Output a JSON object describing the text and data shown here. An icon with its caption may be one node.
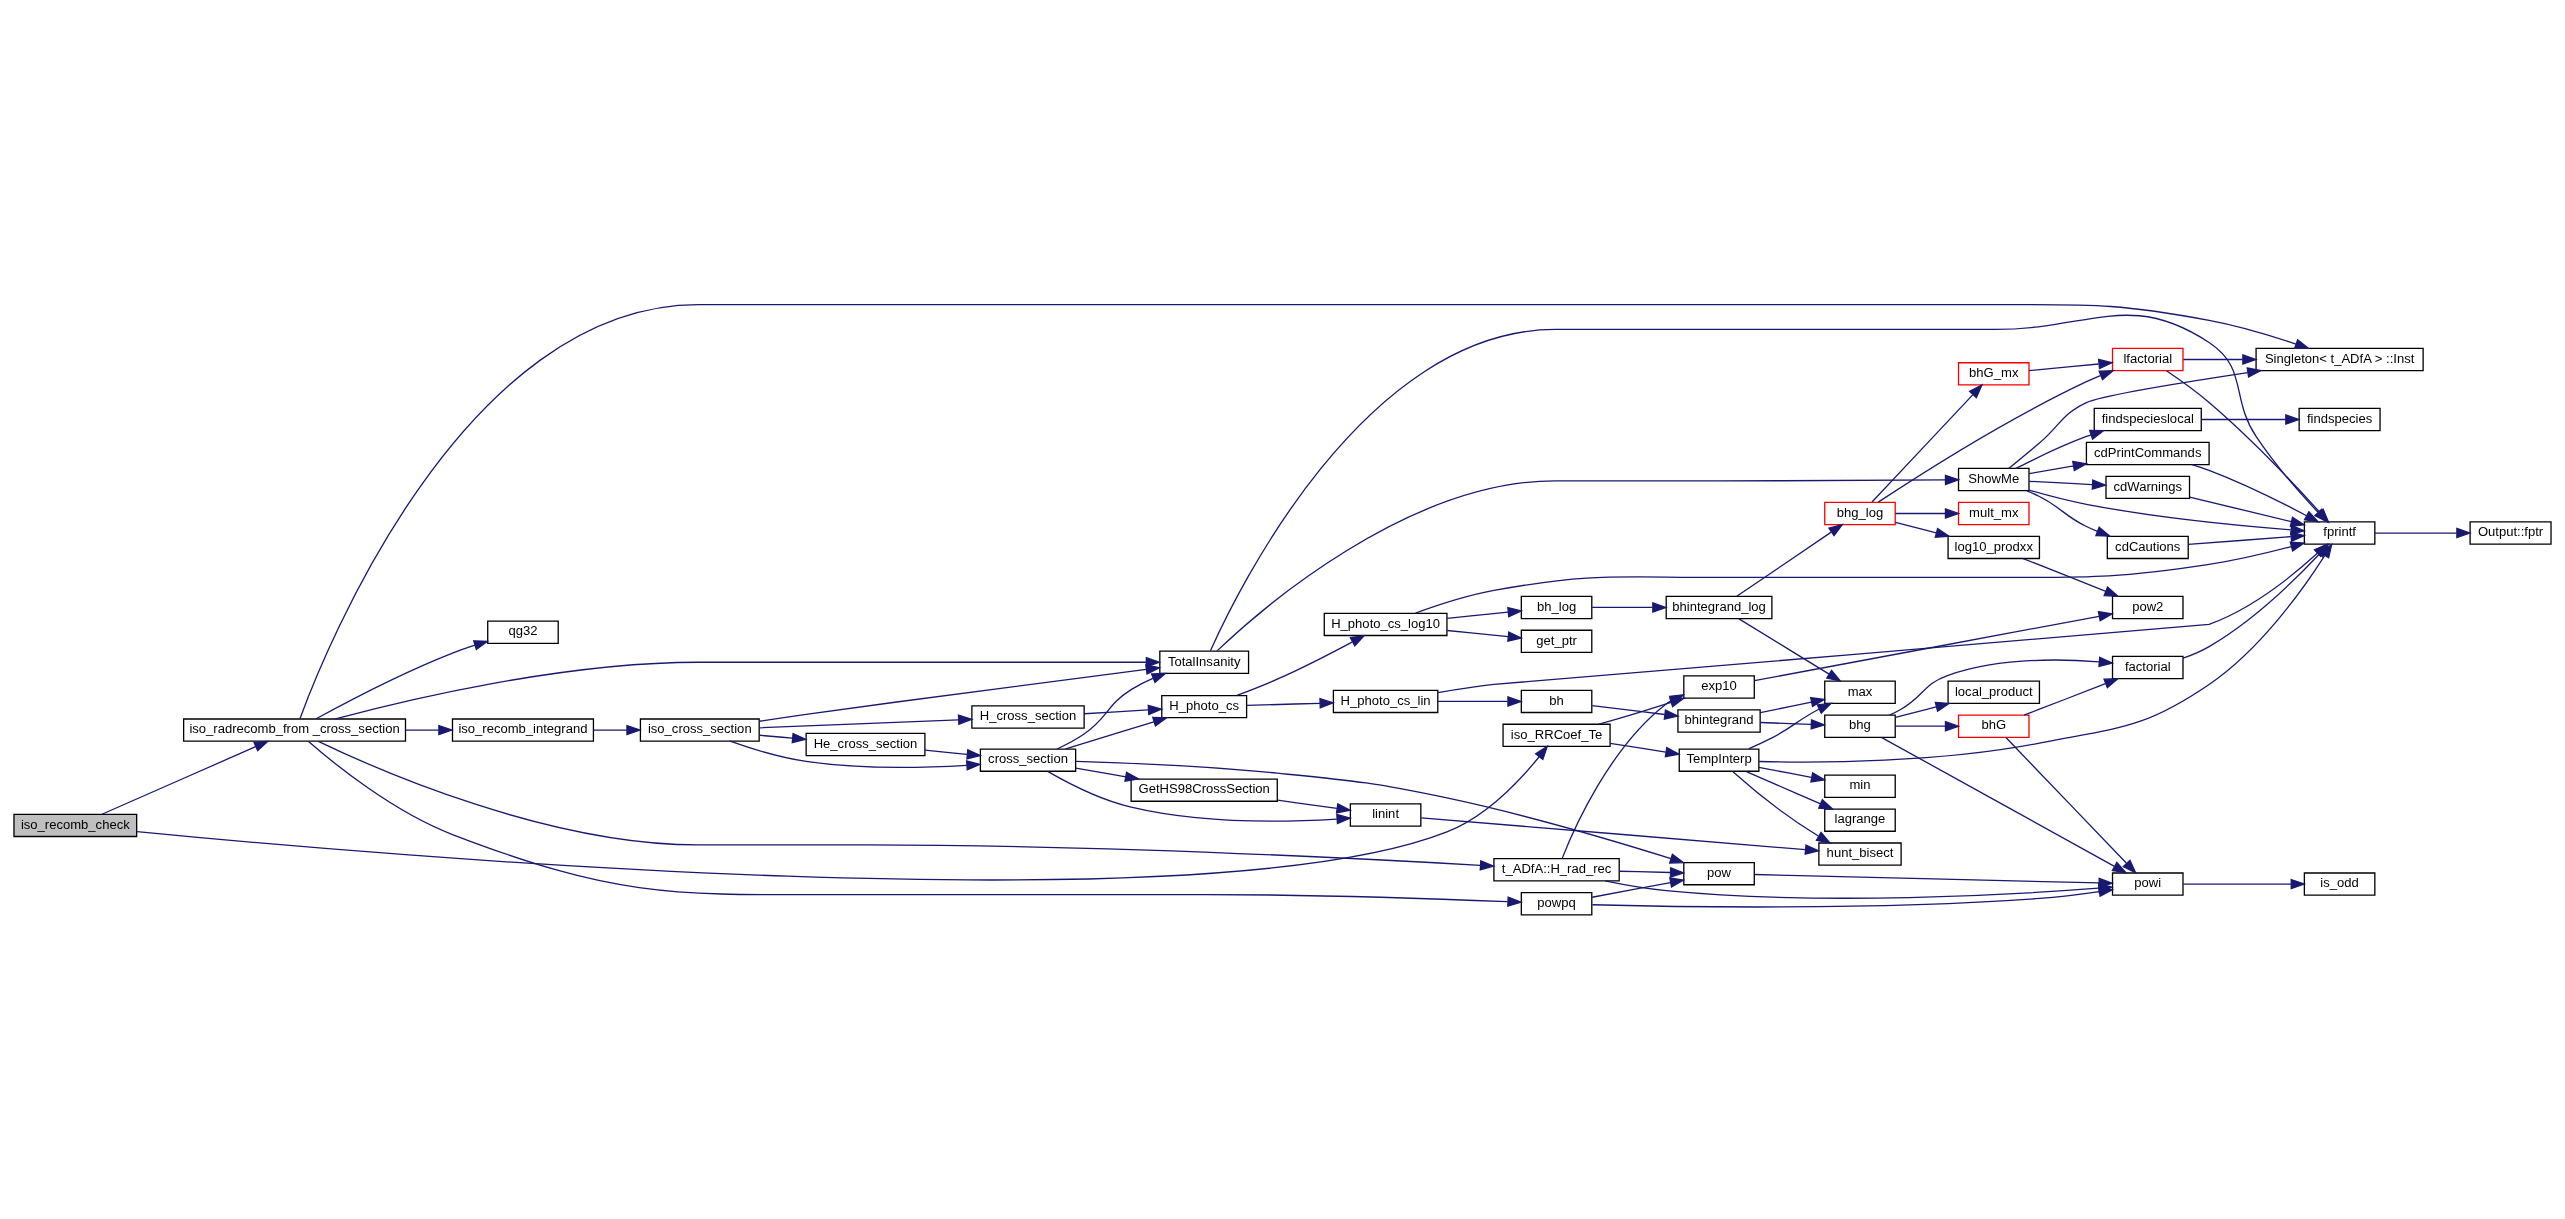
{
  "diagram": {
    "nodes": [
      {
        "text": [
          "iso_recomb_check"
        ]
      },
      {
        "text": [
          "iso_radrecomb_from _cross_section"
        ]
      },
      {
        "text": [
          "qg32"
        ]
      },
      {
        "text": [
          "Singleton< t_ADfA > ::Inst"
        ]
      },
      {
        "text": [
          "TotalInsanity"
        ]
      },
      {
        "text": [
          "iso_recomb_integrand"
        ]
      },
      {
        "text": [
          "iso_cross_section"
        ]
      },
      {
        "text": [
          "H_cross_section"
        ]
      },
      {
        "text": [
          "He_cross_section"
        ]
      },
      {
        "text": [
          "cross_section"
        ]
      },
      {
        "text": [
          "H_photo_cs"
        ]
      },
      {
        "text": [
          "H_photo_cs_lin"
        ]
      },
      {
        "text": [
          "bh"
        ]
      },
      {
        "text": [
          "H_photo_cs_log10"
        ]
      },
      {
        "text": [
          "bh_log"
        ]
      },
      {
        "text": [
          "get_ptr"
        ]
      },
      {
        "text": [
          "bhintegrand_log"
        ]
      },
      {
        "text": [
          "bhintegrand"
        ]
      },
      {
        "text": [
          "GetHS98CrossSection"
        ]
      },
      {
        "text": [
          "linint"
        ]
      },
      {
        "text": [
          "t_ADfA::H_rad_rec"
        ]
      },
      {
        "text": [
          "iso_RRCoef_Te"
        ]
      },
      {
        "text": [
          "powpq"
        ]
      },
      {
        "text": [
          "pow"
        ]
      },
      {
        "text": [
          "exp10"
        ]
      },
      {
        "text": [
          "TempInterp"
        ]
      },
      {
        "text": [
          "bhg_log"
        ]
      },
      {
        "text": [
          "bhG_mx"
        ]
      },
      {
        "text": [
          "lfactorial"
        ]
      },
      {
        "text": [
          "ShowMe"
        ]
      },
      {
        "text": [
          "log10_prodxx"
        ]
      },
      {
        "text": [
          "mult_mx"
        ]
      },
      {
        "text": [
          "max"
        ]
      },
      {
        "text": [
          "bhg"
        ]
      },
      {
        "text": [
          "local_product"
        ]
      },
      {
        "text": [
          "findspecieslocal"
        ]
      },
      {
        "text": [
          "cdCautions"
        ]
      },
      {
        "text": [
          "cdPrintCommands"
        ]
      },
      {
        "text": [
          "cdWarnings"
        ]
      },
      {
        "text": [
          "pow2"
        ]
      },
      {
        "text": [
          "factorial"
        ]
      },
      {
        "text": [
          "bhG"
        ]
      },
      {
        "text": [
          "min"
        ]
      },
      {
        "text": [
          "lagrange"
        ]
      },
      {
        "text": [
          "hunt_bisect"
        ]
      },
      {
        "text": [
          "powi"
        ]
      },
      {
        "text": [
          "findspecies"
        ]
      },
      {
        "text": [
          "fprintf"
        ]
      },
      {
        "text": [
          "Output::fptr"
        ]
      },
      {
        "text": [
          "is_odd"
        ]
      }
    ],
    "edges": [
      {
        "from": 0,
        "to": 1,
        "arrow": "to"
      },
      {
        "from": 0,
        "to": 21,
        "arrow": "to"
      },
      {
        "from": 1,
        "to": 2,
        "arrow": "to"
      },
      {
        "from": 1,
        "to": 3,
        "arrow": "to"
      },
      {
        "from": 1,
        "to": 4,
        "arrow": "to"
      },
      {
        "from": 1,
        "to": 5,
        "arrow": "to"
      },
      {
        "from": 1,
        "to": 20,
        "arrow": "to"
      },
      {
        "from": 1,
        "to": 22,
        "arrow": "to"
      },
      {
        "from": 5,
        "to": 6,
        "arrow": "to"
      },
      {
        "from": 6,
        "to": 4,
        "arrow": "to"
      },
      {
        "from": 6,
        "to": 7,
        "arrow": "to"
      },
      {
        "from": 6,
        "to": 9,
        "arrow": "to"
      },
      {
        "from": 6,
        "to": 8,
        "arrow": "to"
      },
      {
        "from": 8,
        "to": 9,
        "arrow": "to"
      },
      {
        "from": 9,
        "to": 4,
        "arrow": "to"
      },
      {
        "from": 9,
        "to": 10,
        "arrow": "to"
      },
      {
        "from": 9,
        "to": 18,
        "arrow": "to"
      },
      {
        "from": 9,
        "to": 19,
        "arrow": "to"
      },
      {
        "from": 9,
        "to": 23,
        "arrow": "to"
      },
      {
        "from": 7,
        "to": 10,
        "arrow": "to"
      },
      {
        "from": 4,
        "to": 29,
        "arrow": "to"
      },
      {
        "from": 4,
        "to": 47,
        "arrow": "to"
      },
      {
        "from": 10,
        "to": 11,
        "arrow": "to"
      },
      {
        "from": 10,
        "to": 13,
        "arrow": "to"
      },
      {
        "from": 11,
        "to": 12,
        "arrow": "to"
      },
      {
        "from": 11,
        "to": 47,
        "arrow": "to"
      },
      {
        "from": 12,
        "to": 17,
        "arrow": "to"
      },
      {
        "from": 13,
        "to": 14,
        "arrow": "to"
      },
      {
        "from": 13,
        "to": 15,
        "arrow": "to"
      },
      {
        "from": 13,
        "to": 47,
        "arrow": "to"
      },
      {
        "from": 14,
        "to": 16,
        "arrow": "to"
      },
      {
        "from": 16,
        "to": 26,
        "arrow": "to"
      },
      {
        "from": 16,
        "to": 32,
        "arrow": "to"
      },
      {
        "from": 17,
        "to": 32,
        "arrow": "to"
      },
      {
        "from": 17,
        "to": 33,
        "arrow": "to"
      },
      {
        "from": 18,
        "to": 19,
        "arrow": "to"
      },
      {
        "from": 19,
        "to": 44,
        "arrow": "to"
      },
      {
        "from": 20,
        "to": 23,
        "arrow": "to"
      },
      {
        "from": 20,
        "to": 24,
        "arrow": "to"
      },
      {
        "from": 20,
        "to": 45,
        "arrow": "to"
      },
      {
        "from": 21,
        "to": 24,
        "arrow": "to"
      },
      {
        "from": 21,
        "to": 25,
        "arrow": "to"
      },
      {
        "from": 22,
        "to": 23,
        "arrow": "to"
      },
      {
        "from": 22,
        "to": 45,
        "arrow": "to"
      },
      {
        "from": 24,
        "to": 39,
        "arrow": "to"
      },
      {
        "from": 25,
        "to": 32,
        "arrow": "to"
      },
      {
        "from": 25,
        "to": 42,
        "arrow": "to"
      },
      {
        "from": 25,
        "to": 43,
        "arrow": "to"
      },
      {
        "from": 25,
        "to": 44,
        "arrow": "to"
      },
      {
        "from": 25,
        "to": 47,
        "arrow": "to"
      },
      {
        "from": 26,
        "to": 28,
        "arrow": "to"
      },
      {
        "from": 26,
        "to": 27,
        "arrow": "to"
      },
      {
        "from": 26,
        "to": 30,
        "arrow": "to"
      },
      {
        "from": 26,
        "to": 31,
        "arrow": "to"
      },
      {
        "from": 27,
        "to": 28,
        "arrow": "to"
      },
      {
        "from": 28,
        "to": 3,
        "arrow": "to"
      },
      {
        "from": 28,
        "to": 47,
        "arrow": "to"
      },
      {
        "from": 29,
        "to": 3,
        "arrow": "to"
      },
      {
        "from": 29,
        "to": 35,
        "arrow": "to"
      },
      {
        "from": 29,
        "to": 47,
        "arrow": "to"
      },
      {
        "from": 29,
        "to": 36,
        "arrow": "to"
      },
      {
        "from": 29,
        "to": 37,
        "arrow": "to"
      },
      {
        "from": 29,
        "to": 38,
        "arrow": "to"
      },
      {
        "from": 30,
        "to": 39,
        "arrow": "to"
      },
      {
        "from": 33,
        "to": 34,
        "arrow": "to"
      },
      {
        "from": 33,
        "to": 40,
        "arrow": "to"
      },
      {
        "from": 33,
        "to": 41,
        "arrow": "to"
      },
      {
        "from": 33,
        "to": 45,
        "arrow": "to"
      },
      {
        "from": 41,
        "to": 40,
        "arrow": "to"
      },
      {
        "from": 41,
        "to": 45,
        "arrow": "to"
      },
      {
        "from": 23,
        "to": 45,
        "arrow": "to"
      },
      {
        "from": 35,
        "to": 46,
        "arrow": "to"
      },
      {
        "from": 36,
        "to": 47,
        "arrow": "to"
      },
      {
        "from": 37,
        "to": 47,
        "arrow": "to"
      },
      {
        "from": 38,
        "to": 47,
        "arrow": "to"
      },
      {
        "from": 40,
        "to": 47,
        "arrow": "to"
      },
      {
        "from": 47,
        "to": 48,
        "arrow": "to"
      },
      {
        "from": 45,
        "to": 49,
        "arrow": "to"
      }
    ]
  }
}
